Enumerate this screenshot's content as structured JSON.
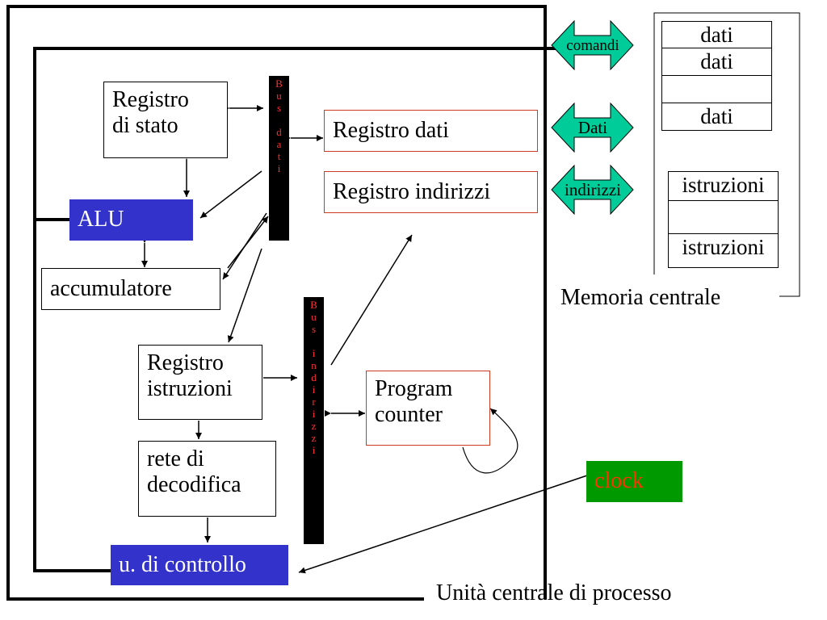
{
  "registers": {
    "registro_stato": "Registro\ndi stato",
    "alu": "ALU",
    "accumulatore": "accumulatore",
    "registro_dati": "Registro dati",
    "registro_indirizzi": "Registro indirizzi",
    "registro_istruzioni": "Registro\nistruzioni",
    "rete_decodifica": "rete di\ndecodifica",
    "unita_controllo": "u. di controllo",
    "program_counter": "Program\ncounter",
    "clock": "clock"
  },
  "buses": {
    "dati": "B\nu\ns\n\nd\na\nt\ni",
    "indirizzi": "B\nu\ns\n\ni\nn\nd\ni\nr\ni\nz\nz\ni"
  },
  "links": {
    "comandi": "comandi",
    "dati": "Dati",
    "indirizzi": "indirizzi"
  },
  "memory": {
    "title": "Memoria centrale",
    "data_cells": [
      "dati",
      "dati",
      "",
      "dati"
    ],
    "instr_cells": [
      "istruzioni",
      "",
      "istruzioni"
    ]
  },
  "cpu_label": "Unità centrale di processo",
  "colors": {
    "accent_blue": "#3333cc",
    "bus_text": "#ff3030",
    "link_green": "#00cc99",
    "clock_green": "#009900",
    "clock_text": "#ff3300",
    "box_red_border": "#cc3a22"
  }
}
